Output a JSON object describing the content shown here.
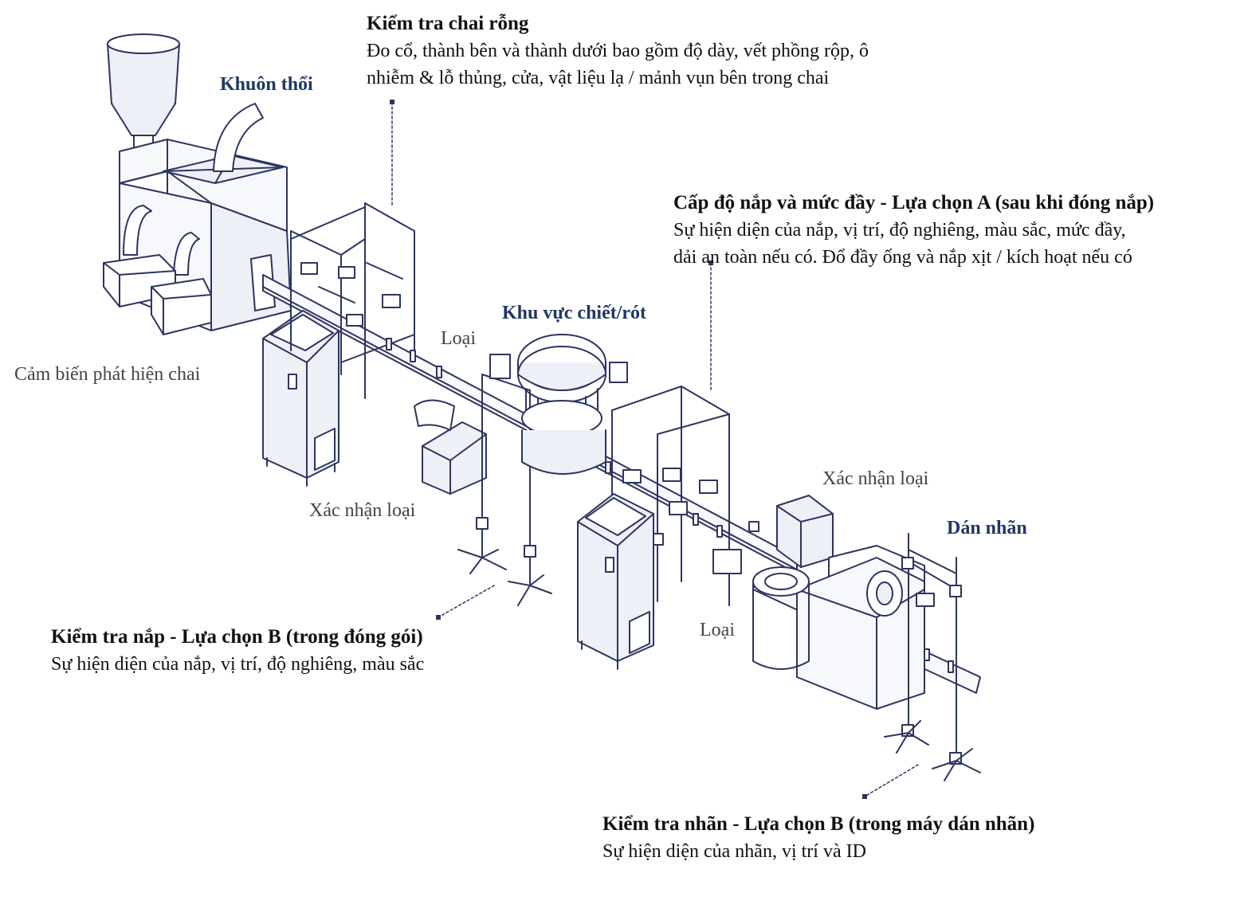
{
  "labels": {
    "blow_mold": "Khuôn thổi",
    "bottle_sensor": "Cảm biến phát hiện chai",
    "reject_1": "Loại",
    "reject_2": "Loại",
    "filling_area": "Khu vực chiết/rót",
    "reject_confirm_1": "Xác nhận loại",
    "reject_confirm_2": "Xác nhận loại",
    "labeling": "Dán nhãn"
  },
  "annotations": {
    "empty_bottle": {
      "title": "Kiểm tra chai rỗng",
      "lines": [
        "Đo cổ, thành bên và thành dưới bao gồm độ dày, vết phồng rộp, ô",
        "nhiễm & lỗ thủng, cửa, vật liệu lạ / mảnh vụn bên trong chai"
      ]
    },
    "cap_fill_a": {
      "title": "Cấp độ nắp và mức đầy - Lựa chọn A (sau khi đóng nắp)",
      "lines": [
        "Sự hiện diện của nắp, vị trí, độ nghiêng, màu sắc, mức đầy,",
        "dải an toàn nếu có. Đổ đầy ống và nắp xịt / kích hoạt nếu có"
      ]
    },
    "cap_b": {
      "title": "Kiểm tra nắp - Lựa chọn B (trong đóng gói)",
      "lines": [
        "Sự hiện diện của nắp, vị trí, độ nghiêng, màu sắc"
      ]
    },
    "label_b": {
      "title": "Kiểm tra nhãn - Lựa chọn B (trong máy dán nhãn)",
      "lines": [
        "Sự hiện diện của nhãn, vị trí và ID"
      ]
    }
  },
  "colors": {
    "line": "#2c3560",
    "fill": "#eef0f8",
    "section_label": "#1f3864",
    "plain_label": "#444444"
  }
}
